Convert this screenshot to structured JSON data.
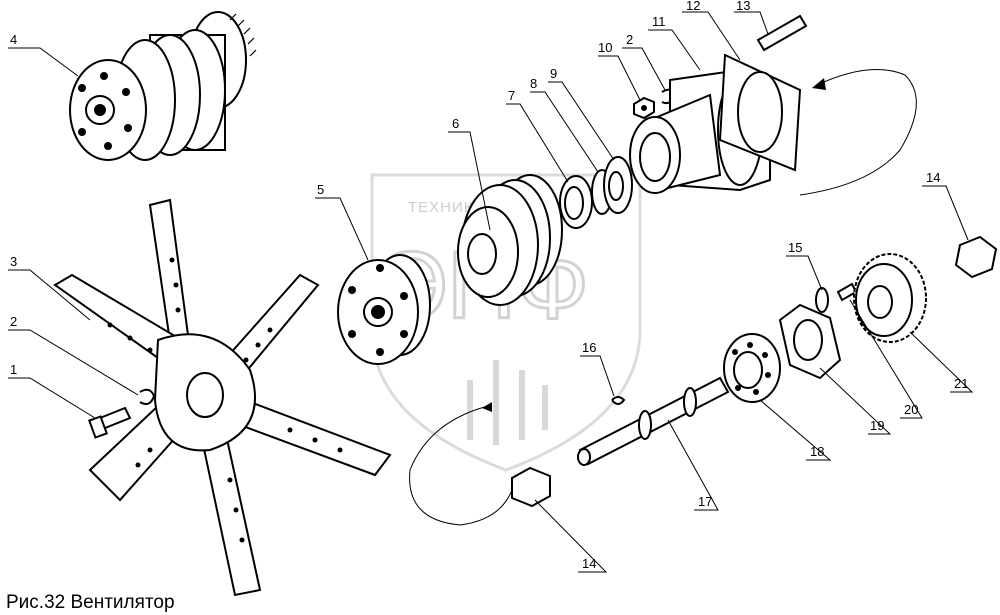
{
  "caption": "Рис.32 Вентилятор",
  "watermark": {
    "text": "ТЕХНИКА",
    "logo": "ЭПФ"
  },
  "labels": [
    {
      "id": "l1",
      "text": "1"
    },
    {
      "id": "l2a",
      "text": "2"
    },
    {
      "id": "l2b",
      "text": "2"
    },
    {
      "id": "l3",
      "text": "3"
    },
    {
      "id": "l4",
      "text": "4"
    },
    {
      "id": "l5",
      "text": "5"
    },
    {
      "id": "l6",
      "text": "6"
    },
    {
      "id": "l7",
      "text": "7"
    },
    {
      "id": "l8",
      "text": "8"
    },
    {
      "id": "l9",
      "text": "9"
    },
    {
      "id": "l10",
      "text": "10"
    },
    {
      "id": "l11",
      "text": "11"
    },
    {
      "id": "l12",
      "text": "12"
    },
    {
      "id": "l13",
      "text": "13"
    },
    {
      "id": "l14a",
      "text": "14"
    },
    {
      "id": "l14b",
      "text": "14"
    },
    {
      "id": "l15",
      "text": "15"
    },
    {
      "id": "l16",
      "text": "16"
    },
    {
      "id": "l17",
      "text": "17"
    },
    {
      "id": "l18",
      "text": "18"
    },
    {
      "id": "l19",
      "text": "19"
    },
    {
      "id": "l20",
      "text": "20"
    },
    {
      "id": "l21",
      "text": "21"
    }
  ]
}
